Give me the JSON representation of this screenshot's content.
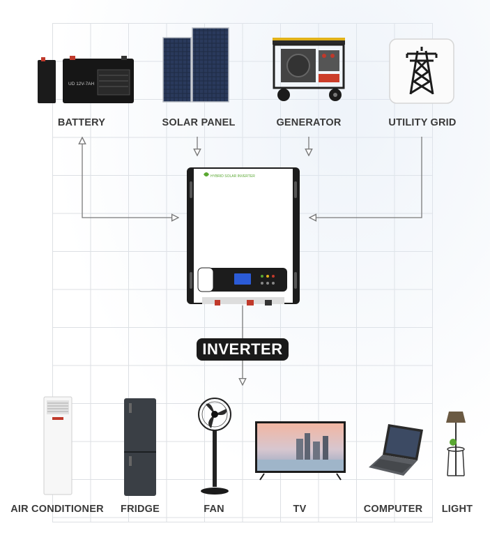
{
  "sources": [
    {
      "id": "battery",
      "label": "BATTERY",
      "icon": "battery-icon"
    },
    {
      "id": "solar",
      "label": "SOLAR PANEL",
      "icon": "solar-panel-icon"
    },
    {
      "id": "generator",
      "label": "GENERATOR",
      "icon": "generator-icon"
    },
    {
      "id": "grid",
      "label": "UTILITY GRID",
      "icon": "power-tower-icon"
    }
  ],
  "inverter": {
    "label": "INVERTER",
    "icon": "inverter-icon",
    "brand_text": "HYBRID SOLAR INVERTER",
    "battery_text": "UD 12V-7AH"
  },
  "loads": [
    {
      "id": "ac",
      "label": "AIR CONDITIONER",
      "icon": "air-conditioner-icon"
    },
    {
      "id": "fridge",
      "label": "FRIDGE",
      "icon": "fridge-icon"
    },
    {
      "id": "fan",
      "label": "FAN",
      "icon": "fan-icon"
    },
    {
      "id": "tv",
      "label": "TV",
      "icon": "tv-icon"
    },
    {
      "id": "computer",
      "label": "COMPUTER",
      "icon": "laptop-icon"
    },
    {
      "id": "light",
      "label": "LIGHT",
      "icon": "floor-lamp-icon"
    }
  ],
  "colors": {
    "line": "#7a7a7a",
    "badge": "#1a1a1a",
    "label": "#3a3a3a",
    "grid": "#dcdfe3",
    "brand": "#5aa832",
    "screen": "#2b5bd7"
  }
}
